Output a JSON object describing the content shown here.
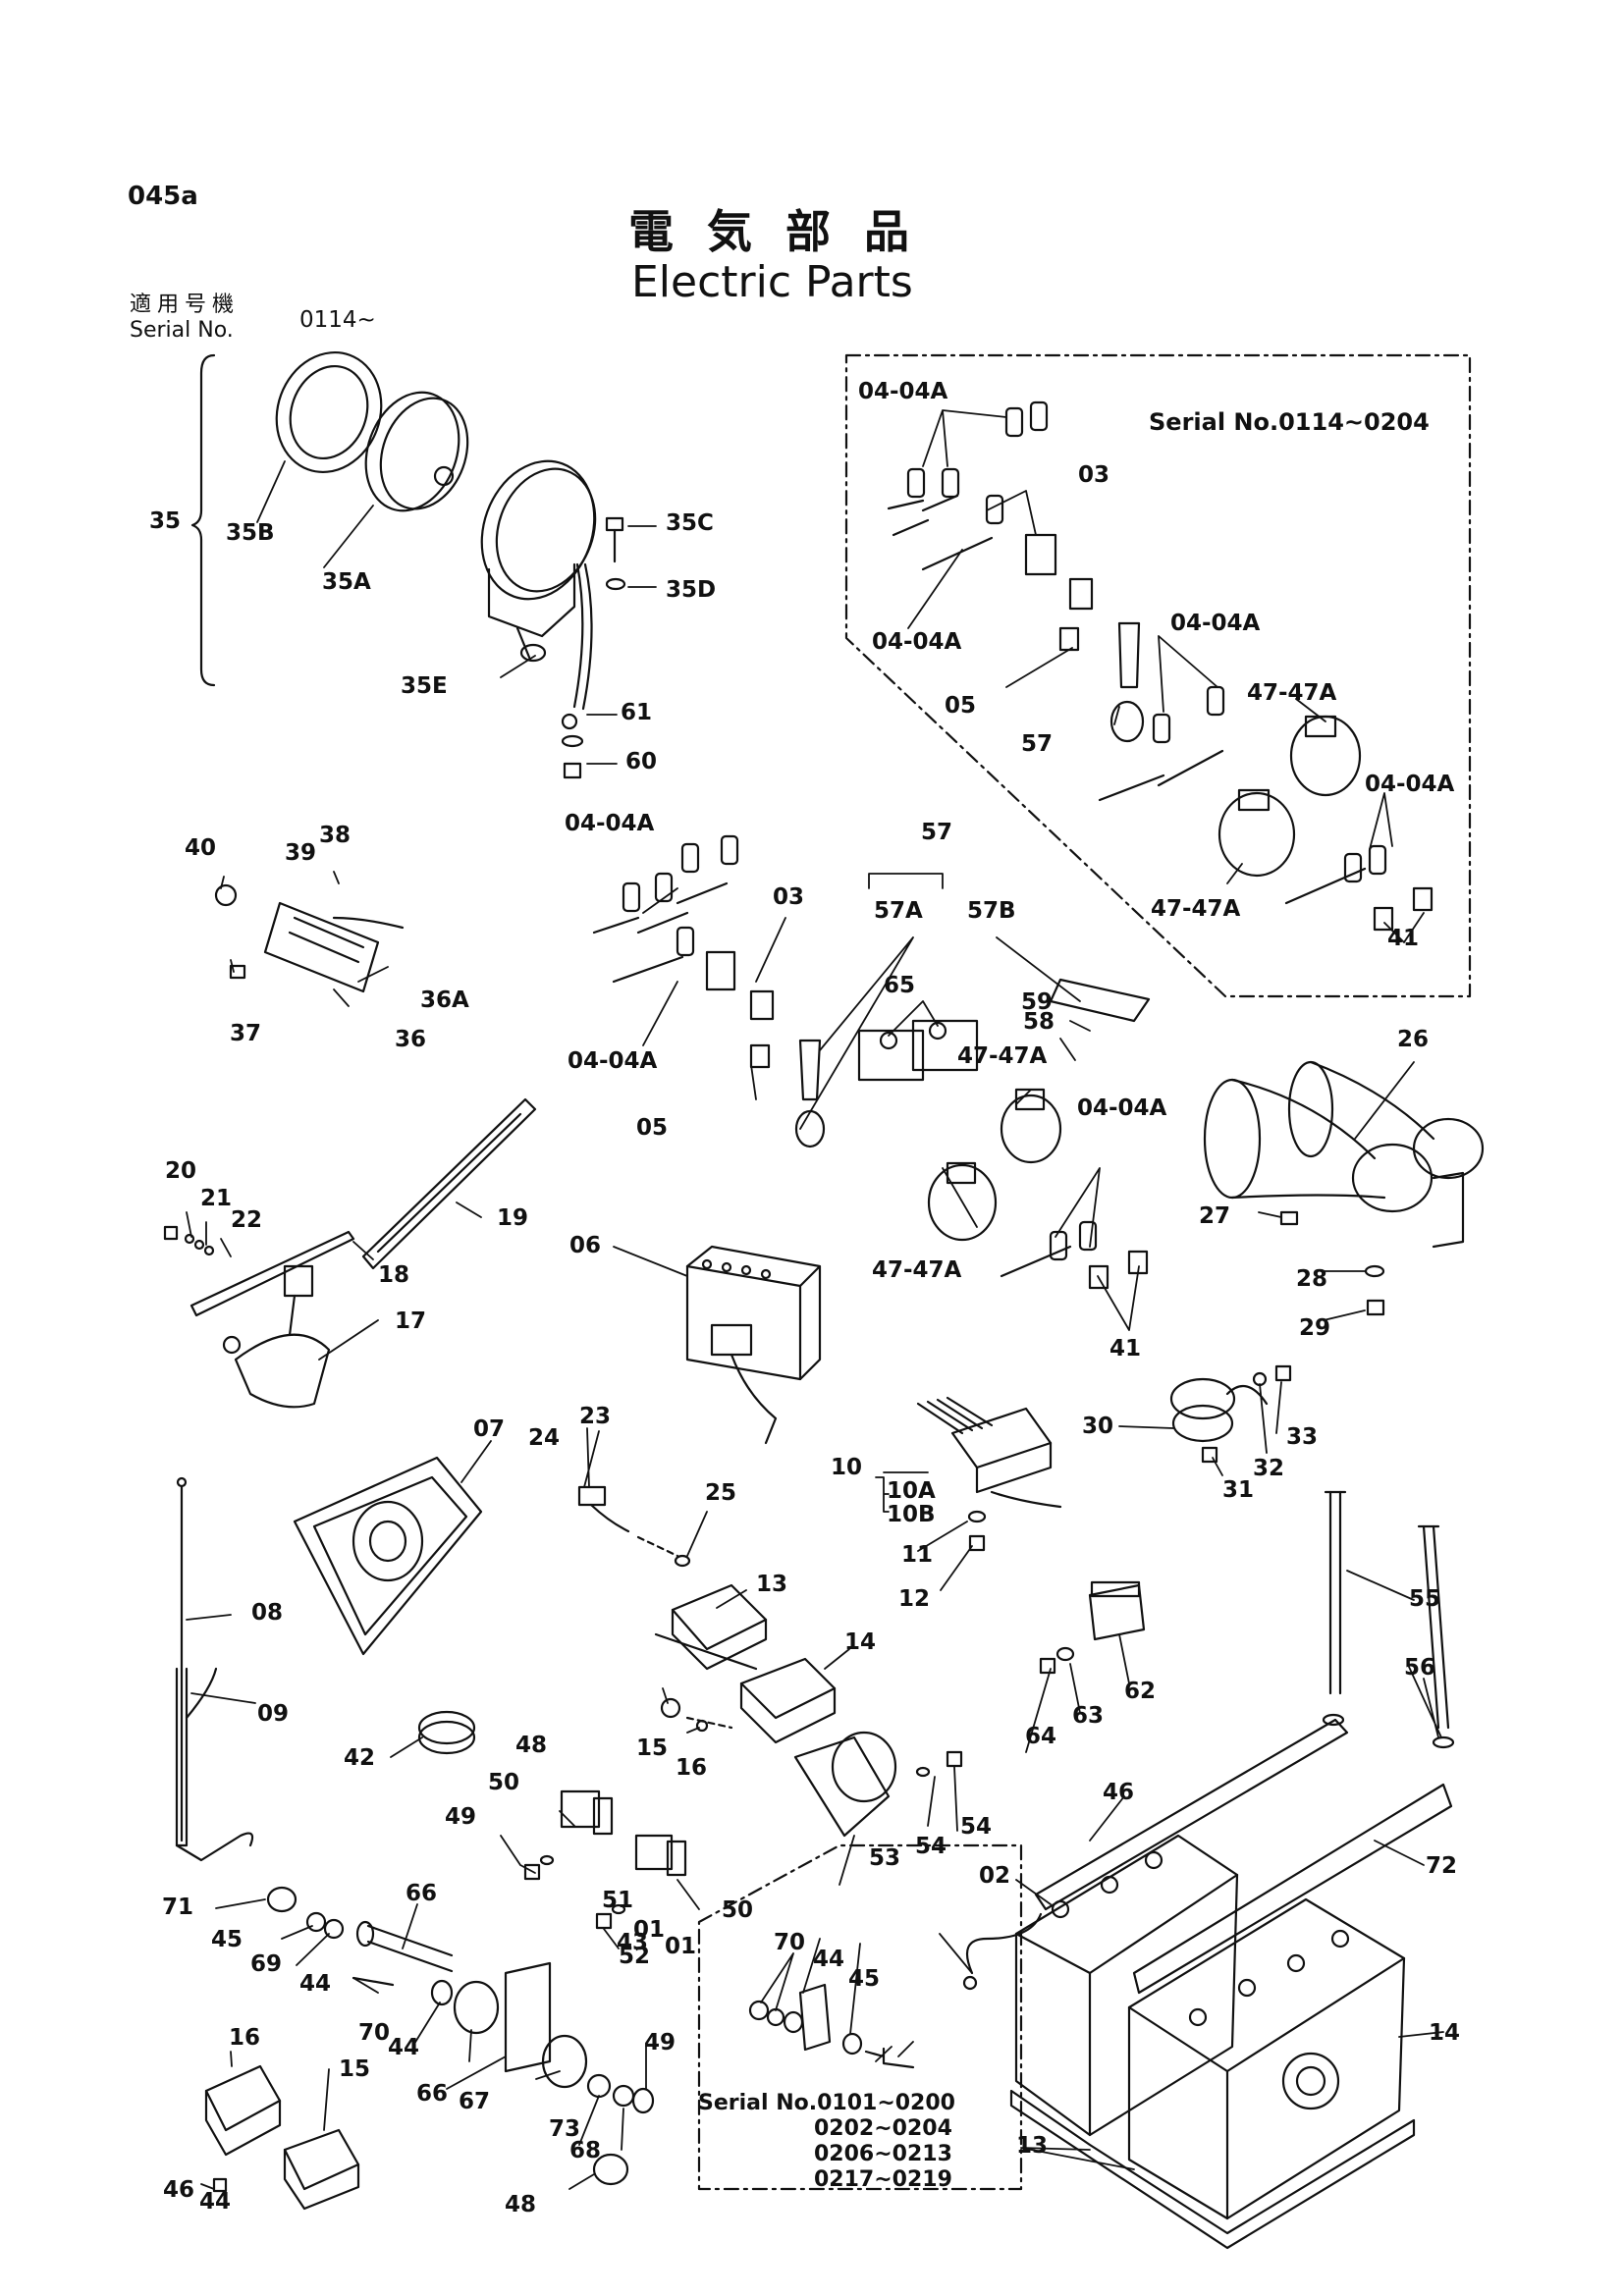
{
  "header": {
    "page_code": "045a",
    "title_jp": "電気部品",
    "title_en": "Electric Parts",
    "serial_label_jp": "適用号機",
    "serial_label_en": "Serial No.",
    "serial_value": "0114~"
  },
  "inset_top": {
    "title": "Serial No.0114~0204"
  },
  "inset_bottom": {
    "lines": [
      "Serial No.0101~0200",
      "0202~0204",
      "0206~0213",
      "0217~0219"
    ]
  },
  "part_labels": [
    "35",
    "35B",
    "35A",
    "35C",
    "35D",
    "35E",
    "61",
    "60",
    "04-04A",
    "03",
    "04-04A",
    "05",
    "57",
    "04-04A",
    "47-47A",
    "04-04A",
    "47-47A",
    "41",
    "40",
    "39",
    "38",
    "37",
    "36A",
    "36",
    "04-04A",
    "03",
    "04-04A",
    "05",
    "57",
    "57A",
    "57B",
    "65",
    "59",
    "58",
    "47-47A",
    "47-47A",
    "04-04A",
    "41",
    "26",
    "27",
    "28",
    "29",
    "20",
    "21",
    "22",
    "19",
    "18",
    "17",
    "06",
    "07",
    "24",
    "23",
    "25",
    "08",
    "09",
    "10",
    "10A",
    "10B",
    "11",
    "12",
    "30",
    "31",
    "32",
    "33",
    "13",
    "14",
    "15",
    "16",
    "62",
    "63",
    "64",
    "55",
    "56",
    "42",
    "48",
    "49",
    "50",
    "51",
    "52",
    "53",
    "54",
    "54",
    "46",
    "72",
    "71",
    "45",
    "69",
    "66",
    "44",
    "70",
    "44",
    "66",
    "67",
    "73",
    "68",
    "48",
    "49",
    "50",
    "43",
    "01",
    "01",
    "02",
    "14",
    "13",
    "16",
    "15",
    "46",
    "44",
    "70",
    "44",
    "45"
  ]
}
